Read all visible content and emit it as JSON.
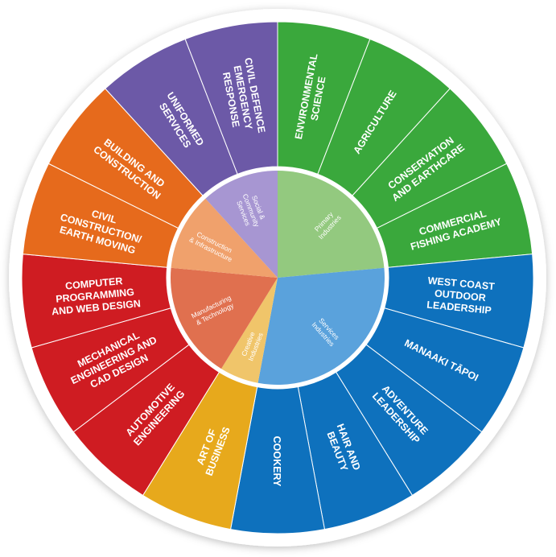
{
  "colors": {
    "primary": "#3aa83c",
    "primary_light": "#93c97f",
    "services": "#0e71bd",
    "services_light": "#5aa2dc",
    "creative": "#e7a91c",
    "creative_light": "#f0c56a",
    "manufacturing": "#cf1c22",
    "manufacturing_light": "#e0704f",
    "construction": "#e66a1c",
    "construction_light": "#f0a16c",
    "social": "#6c59a7",
    "social_light": "#a796d2"
  },
  "sectors": [
    {
      "key": "primary",
      "label": [
        "Primary",
        "Industries"
      ],
      "items": [
        [
          "ENVIRONMENTAL",
          "SCIENCE"
        ],
        [
          "AGRICULTURE"
        ],
        [
          "CONSERVATION",
          "AND EARTHCARE"
        ],
        [
          "COMMERCIAL",
          "FISHING ACADEMY"
        ]
      ]
    },
    {
      "key": "services",
      "label": [
        "Services",
        "Industries"
      ],
      "items": [
        [
          "WEST COAST",
          "OUTDOOR",
          "LEADERSHIP"
        ],
        [
          "MANAAKI TĀPOI"
        ],
        [
          "ADVENTURE",
          "LEADERSHIP"
        ],
        [
          "HAIR AND",
          "BEAUTY"
        ],
        [
          "COOKERY"
        ]
      ]
    },
    {
      "key": "creative",
      "label": [
        "Creative",
        "Industries"
      ],
      "items": [
        [
          "ART OF",
          "BUSINESS"
        ]
      ]
    },
    {
      "key": "manufacturing",
      "label": [
        "Manufacturing",
        "& Technology"
      ],
      "items": [
        [
          "AUTOMOTIVE",
          "ENGINEERING"
        ],
        [
          "MECHANICAL",
          "ENGINEERING AND",
          "CAD DESIGN"
        ],
        [
          "COMPUTER",
          "PROGRAMMING",
          "AND WEB DESIGN"
        ]
      ]
    },
    {
      "key": "construction",
      "label": [
        "Construction",
        "& Infrastructure"
      ],
      "items": [
        [
          "CIVIL",
          "CONSTRUCTION/",
          "EARTH MOVING"
        ],
        [
          "BUILDING AND",
          "CONSTRUCTION"
        ]
      ]
    },
    {
      "key": "social",
      "label": [
        "Social &",
        "Community",
        "Services"
      ],
      "items": [
        [
          "UNIFORMED",
          "SERVICES"
        ],
        [
          "CIVIL DEFENCE",
          "EMERGENCY",
          "RESPONSE"
        ]
      ]
    }
  ]
}
